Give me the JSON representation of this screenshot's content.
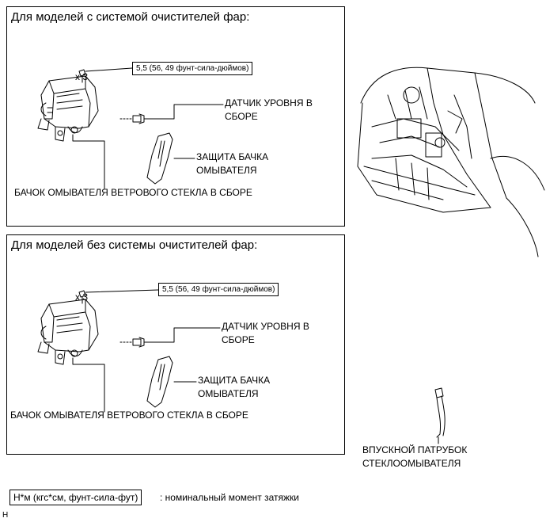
{
  "panels": [
    {
      "title": "Для моделей с системой очистителей фар:",
      "torque": "5,5 (56, 49 фунт-сила-дюймов)",
      "multiplier": "x 3",
      "sensor_label": "ДАТЧИК УРОВНЯ В СБОРЕ",
      "guard_label": "ЗАЩИТА БАЧКА ОМЫВАТЕЛЯ",
      "tank_label": "БАЧОК ОМЫВАТЕЛЯ ВЕТРОВОГО СТЕКЛА В СБОРЕ"
    },
    {
      "title": "Для моделей без системы очистителей фар:",
      "torque": "5,5 (56, 49 фунт-сила-дюймов)",
      "multiplier": "x 3",
      "sensor_label": "ДАТЧИК УРОВНЯ В СБОРЕ",
      "guard_label": "ЗАЩИТА БАЧКА ОМЫВАТЕЛЯ",
      "tank_label": "БАЧОК ОМЫВАТЕЛЯ ВЕТРОВОГО СТЕКЛА В СБОРЕ"
    }
  ],
  "inlet_label": "ВПУСКНОЙ ПАТРУБОК СТЕКЛООМЫВАТЕЛЯ",
  "legend": {
    "unit": "Н*м (кгс*см, фунт-сила-фут)",
    "description": ": номинальный момент затяжки"
  },
  "figure_id": "H"
}
